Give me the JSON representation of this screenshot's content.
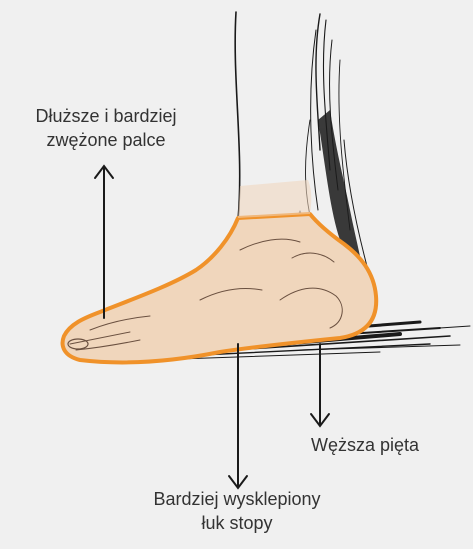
{
  "labels": {
    "toes": {
      "line1": "Dłuższe i bardziej",
      "line2": "zwężone palce"
    },
    "heel": {
      "line1": "Węższa pięta"
    },
    "arch": {
      "line1": "Bardziej wysklepiony",
      "line2": "łuk stopy"
    }
  },
  "colors": {
    "background": "#f0f0f0",
    "outline": "#f0922a",
    "skin": "#f0d6bc",
    "text": "#333333",
    "ink": "#1a1a1a"
  },
  "icons": [
    "arrow-up-icon",
    "arrow-down-icon"
  ]
}
